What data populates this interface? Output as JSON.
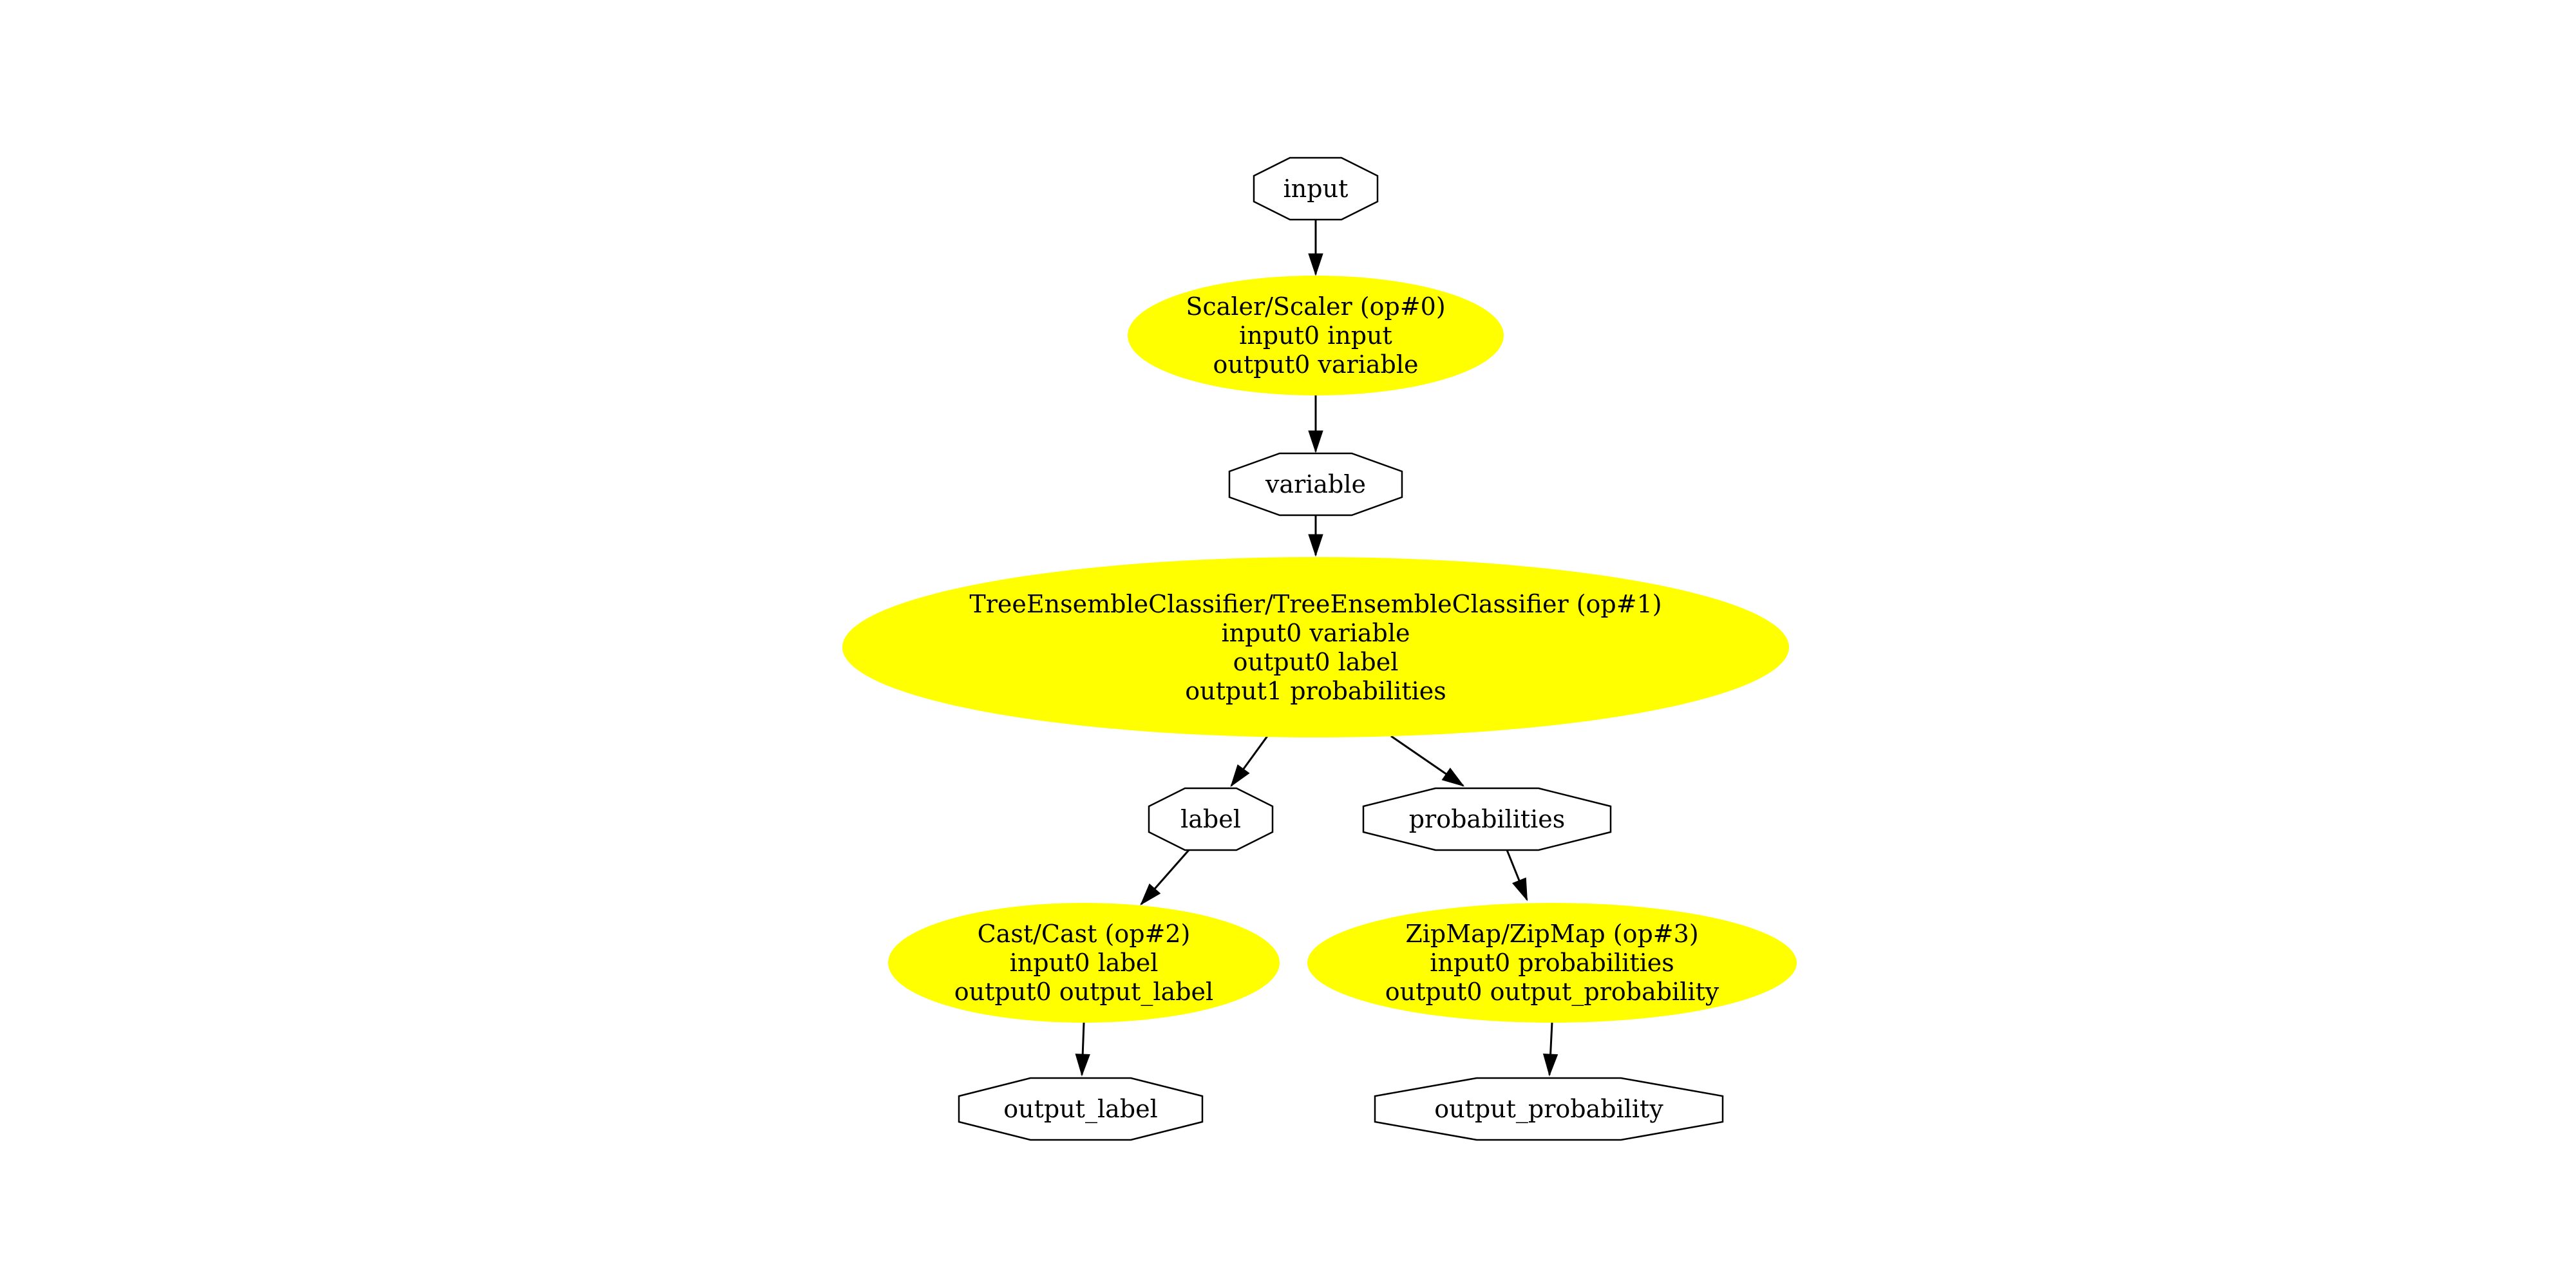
{
  "diagram": {
    "kind": "onnx-computation-graph",
    "colors": {
      "background": "#ffffff",
      "operator_fill": "#ffff00",
      "tensor_fill": "#ffffff",
      "stroke": "#000000",
      "text": "#000000"
    },
    "nodes": {
      "input": {
        "shape": "octagon",
        "label": "input"
      },
      "scaler": {
        "shape": "ellipse",
        "lines": [
          "Scaler/Scaler (op#0)",
          "input0 input",
          "output0 variable"
        ]
      },
      "variable": {
        "shape": "octagon",
        "label": "variable"
      },
      "tree_ensemble": {
        "shape": "ellipse",
        "lines": [
          "TreeEnsembleClassifier/TreeEnsembleClassifier (op#1)",
          "input0 variable",
          "output0 label",
          "output1 probabilities"
        ]
      },
      "label": {
        "shape": "octagon",
        "label": "label"
      },
      "probabilities": {
        "shape": "octagon",
        "label": "probabilities"
      },
      "cast": {
        "shape": "ellipse",
        "lines": [
          "Cast/Cast (op#2)",
          "input0 label",
          "output0 output_label"
        ]
      },
      "zipmap": {
        "shape": "ellipse",
        "lines": [
          "ZipMap/ZipMap (op#3)",
          "input0 probabilities",
          "output0 output_probability"
        ]
      },
      "output_label": {
        "shape": "octagon",
        "label": "output_label"
      },
      "output_probability": {
        "shape": "octagon",
        "label": "output_probability"
      }
    },
    "edges": [
      {
        "from": "input",
        "to": "scaler"
      },
      {
        "from": "scaler",
        "to": "variable"
      },
      {
        "from": "variable",
        "to": "tree_ensemble"
      },
      {
        "from": "tree_ensemble",
        "to": "label"
      },
      {
        "from": "tree_ensemble",
        "to": "probabilities"
      },
      {
        "from": "label",
        "to": "cast"
      },
      {
        "from": "probabilities",
        "to": "zipmap"
      },
      {
        "from": "cast",
        "to": "output_label"
      },
      {
        "from": "zipmap",
        "to": "output_probability"
      }
    ]
  }
}
